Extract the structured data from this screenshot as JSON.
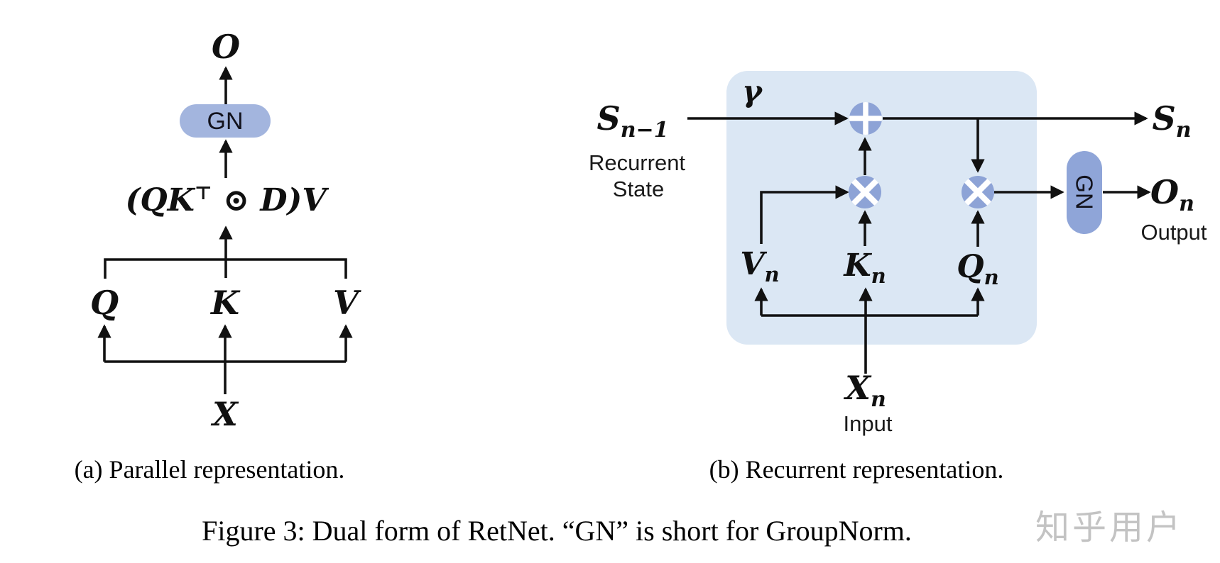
{
  "figure": {
    "caption": "Figure 3: Dual form of RetNet. “GN” is short for GroupNorm.",
    "watermark": "知乎用户"
  },
  "colors": {
    "panel_bg": "#dbe7f4",
    "node_fill": "#8da3d6",
    "node_cross": "#ffffff",
    "gn_pill_a": "#a3b5de",
    "gn_pill_b": "#8fa5d8",
    "line": "#111111",
    "watermark": "#c3c3c3"
  },
  "panel_a": {
    "caption": "(a) Parallel representation.",
    "output_label": "O",
    "gn_label": "GN",
    "formula": {
      "pre": "(QK",
      "sup": "⊤",
      "post": " ⊙ D)V"
    },
    "q_label": "Q",
    "k_label": "K",
    "v_label": "V",
    "input_label": "X"
  },
  "panel_b": {
    "caption": "(b) Recurrent representation.",
    "state_in": {
      "base": "S",
      "sub": "n−1"
    },
    "state_desc_line1": "Recurrent",
    "state_desc_line2": "State",
    "gamma_label": "γ",
    "state_out": {
      "base": "S",
      "sub": "n"
    },
    "gn_label": "GN",
    "output": {
      "base": "O",
      "sub": "n"
    },
    "output_desc": "Output",
    "v_label": {
      "base": "V",
      "sub": "n"
    },
    "k_label": {
      "base": "K",
      "sub": "n"
    },
    "q_label": {
      "base": "Q",
      "sub": "n"
    },
    "input": {
      "base": "X",
      "sub": "n"
    },
    "input_desc": "Input"
  }
}
